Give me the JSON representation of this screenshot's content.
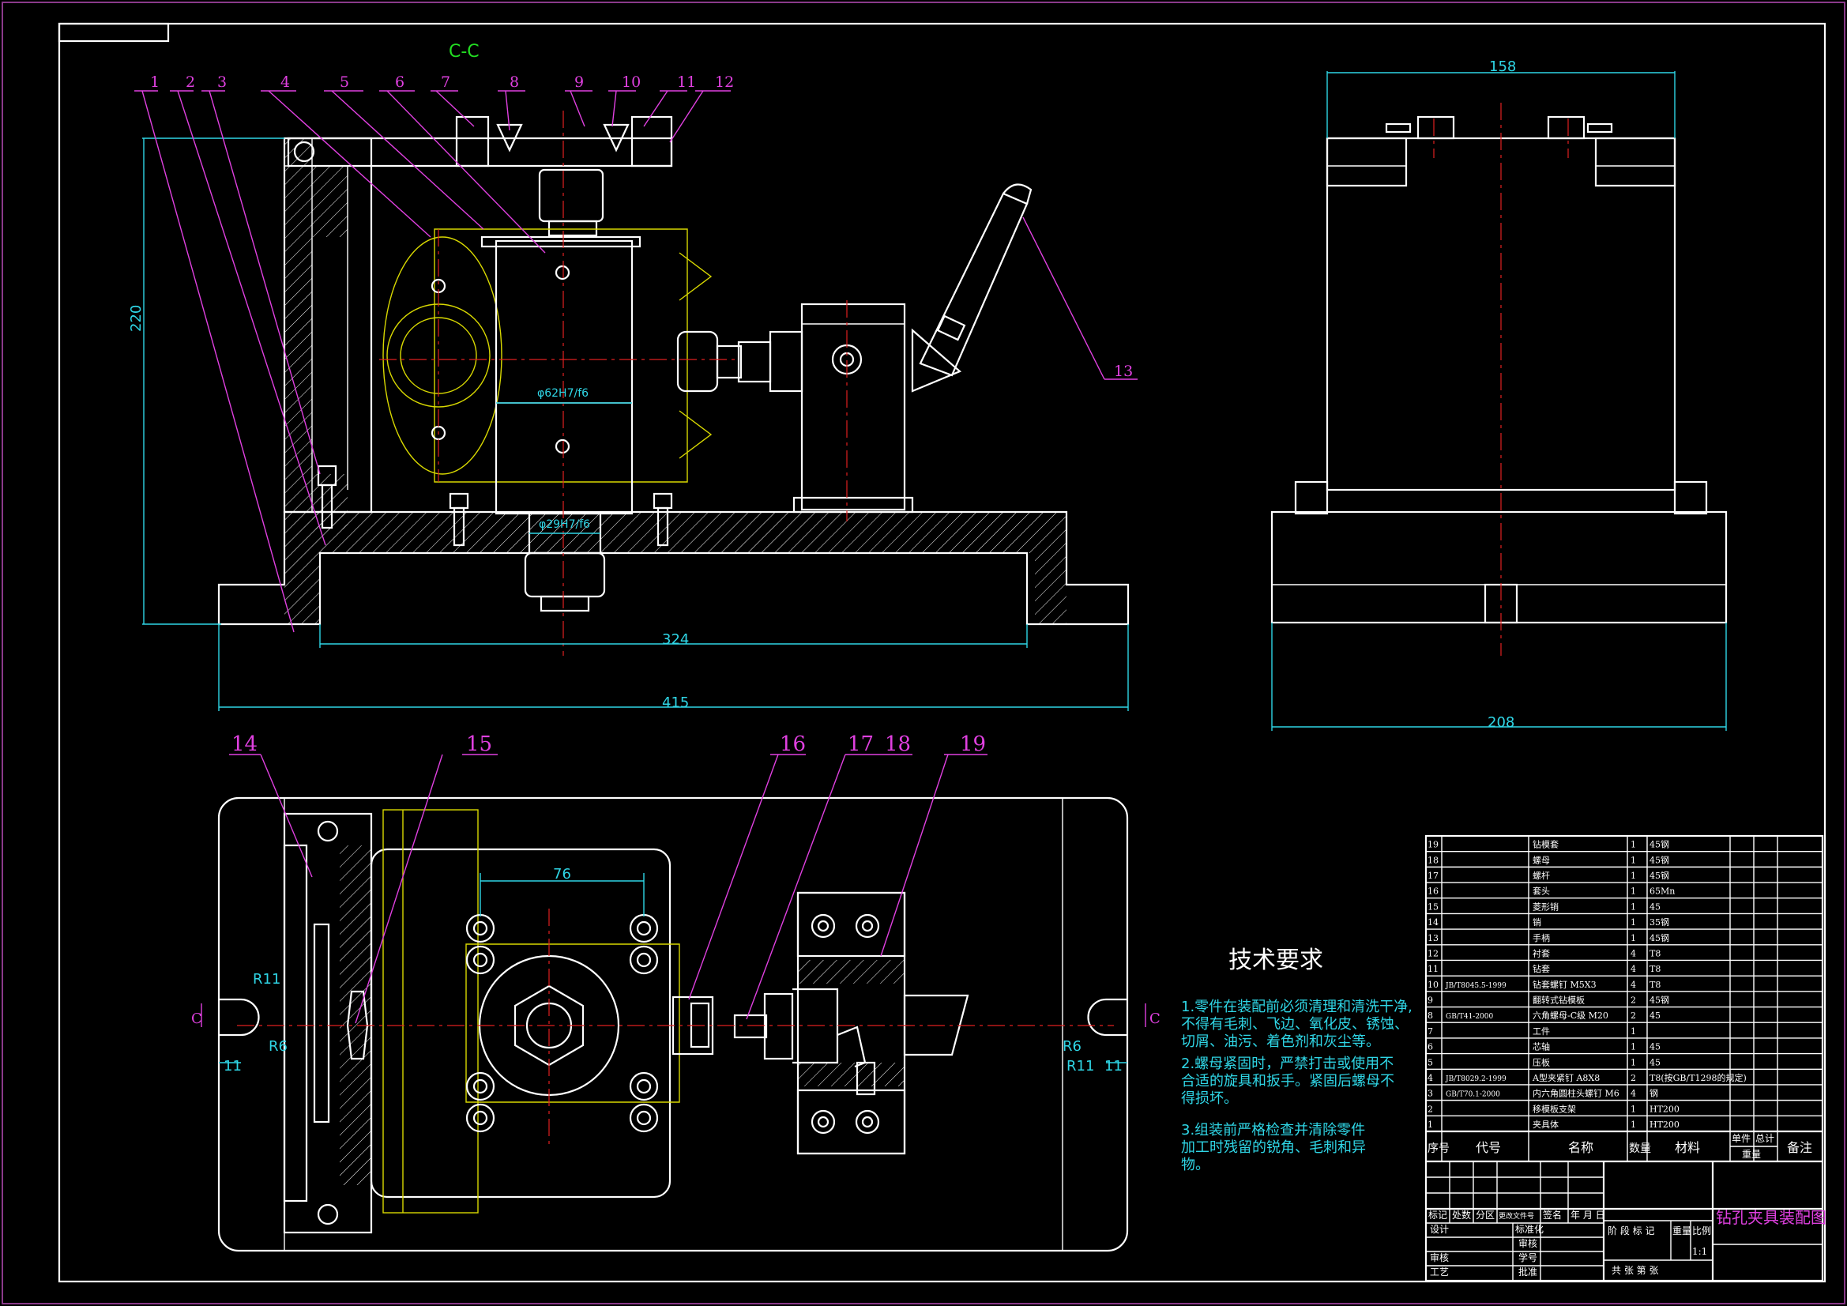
{
  "section_label": "C-C",
  "part_labels_top": [
    "1",
    "2",
    "3",
    "4",
    "5",
    "6",
    "7",
    "8",
    "9",
    "10",
    "11",
    "12"
  ],
  "label_13": "13",
  "part_labels_bottom": [
    "14",
    "15",
    "16",
    "17",
    "18",
    "19"
  ],
  "dims": {
    "height_220": "220",
    "width_324": "324",
    "width_415": "415",
    "fit_62": "φ62H7/f6",
    "fit_29": "φ29H7/f6",
    "width_158": "158",
    "width_208": "208",
    "width_76": "76",
    "r11_left": "R11",
    "r6_left": "R6",
    "d11_left": "11",
    "r6_right": "R6",
    "r11_right": "R11",
    "d11_right": "11",
    "c_left": "C",
    "c_right": "C"
  },
  "tech": {
    "title": "技术要求",
    "lines": [
      "1.零件在装配前必须清理和清洗干净,",
      "不得有毛刺、飞边、氧化皮、锈蚀、",
      "切屑、油污、着色剂和灰尘等。",
      "2.螺母紧固时，严禁打击或使用不",
      "合适的旋具和扳手。紧固后螺母不",
      "得损坏。",
      "3.组装前严格检查并清除零件",
      "加工时残留的锐角、毛刺和异",
      "物。"
    ]
  },
  "bom": {
    "rows": [
      [
        "19",
        "",
        "钻模套",
        "1",
        "45钢"
      ],
      [
        "18",
        "",
        "螺母",
        "1",
        "45钢"
      ],
      [
        "17",
        "",
        "螺杆",
        "1",
        "45钢"
      ],
      [
        "16",
        "",
        "套头",
        "1",
        "65Mn"
      ],
      [
        "15",
        "",
        "菱形销",
        "1",
        "45"
      ],
      [
        "14",
        "",
        "销",
        "1",
        "35钢"
      ],
      [
        "13",
        "",
        "手柄",
        "1",
        "45钢"
      ],
      [
        "12",
        "",
        "衬套",
        "4",
        "T8"
      ],
      [
        "11",
        "",
        "钻套",
        "4",
        "T8"
      ],
      [
        "10",
        "JB/T8045.5-1999",
        "钻套螺钉 M5X3",
        "4",
        "T8"
      ],
      [
        "9",
        "",
        "翻转式钻模板",
        "2",
        "45钢"
      ],
      [
        "8",
        "GB/T41-2000",
        "六角螺母-C级 M20",
        "2",
        "45"
      ],
      [
        "7",
        "",
        "工件",
        "1",
        ""
      ],
      [
        "6",
        "",
        "芯轴",
        "1",
        "45"
      ],
      [
        "5",
        "",
        "压板",
        "1",
        "45"
      ],
      [
        "4",
        "JB/T8029.2-1999",
        "A型夹紧钉 A8X8",
        "2",
        "T8(按GB/T1298的规定)"
      ],
      [
        "3",
        "GB/T70.1-2000",
        "内六角圆柱头螺钉 M6",
        "4",
        "钢"
      ],
      [
        "2",
        "",
        "移模板支架",
        "1",
        "HT200"
      ],
      [
        "1",
        "",
        "夹具体",
        "1",
        "HT200"
      ]
    ],
    "header": {
      "seq": "序号",
      "code": "代号",
      "name": "名称",
      "qty": "数量",
      "material": "材料",
      "single": "单件",
      "total": "总计",
      "weight": "重量",
      "remark": "备注"
    }
  },
  "title_block": {
    "drawing_name": "钻孔夹具装配图",
    "mark_row": [
      "标记",
      "处数",
      "分区",
      "更改文件号",
      "签名",
      "年 月 日"
    ],
    "design": "设计",
    "standardize": "标准化",
    "check": "审核",
    "process": "工艺",
    "approve": "批准",
    "stage_labels": [
      "阶 段 标 记",
      "重量",
      "比例"
    ],
    "scale": "1:1",
    "sheets": "共    张   第    张",
    "extra": [
      "审核",
      "学号"
    ]
  }
}
